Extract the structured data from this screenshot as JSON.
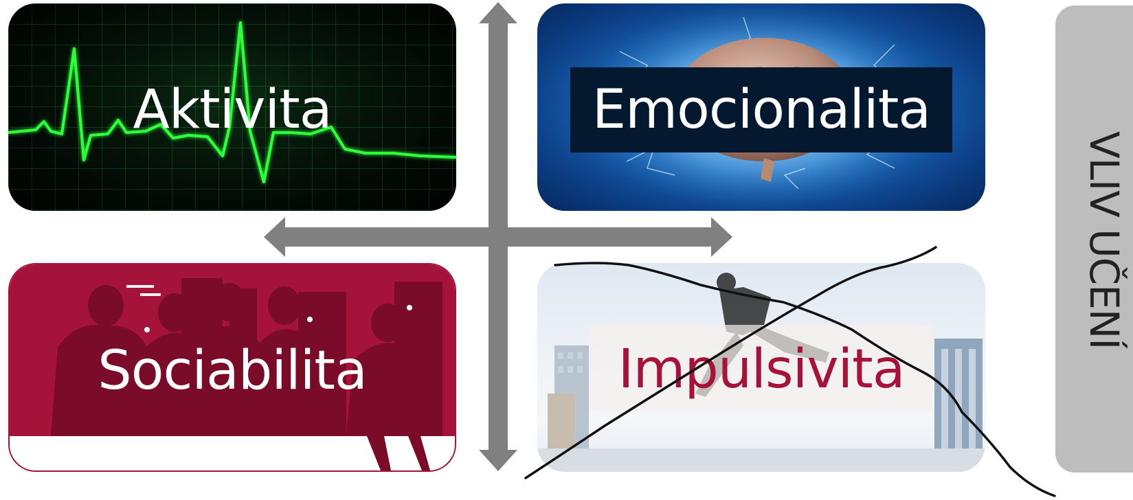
{
  "quadrants": {
    "aktivita": {
      "label": "Aktivita"
    },
    "emocionalita": {
      "label": "Emocionalita"
    },
    "sociabilita": {
      "label": "Sociabilita"
    },
    "impulsivita": {
      "label": "Impulsivita"
    }
  },
  "side_panel": {
    "label": "VLIV UČENÍ"
  },
  "colors": {
    "arrow": "#808080",
    "accent_red": "#a5133a",
    "side_panel": "#bdbdbd",
    "ecg_green": "#2dff3a"
  }
}
